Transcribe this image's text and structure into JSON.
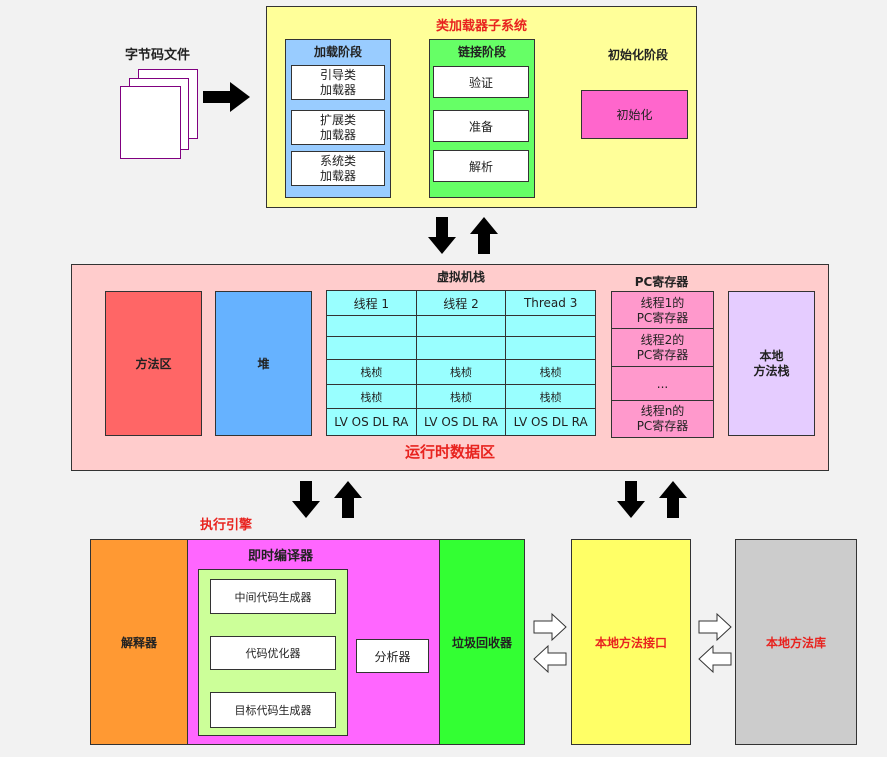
{
  "bytecode": {
    "label": "字节码文件"
  },
  "classloader": {
    "title": "类加载器子系统",
    "loading": {
      "title": "加载阶段",
      "items": [
        "引导类\n加载器",
        "扩展类\n加载器",
        "系统类\n加载器"
      ]
    },
    "linking": {
      "title": "链接阶段",
      "items": [
        "验证",
        "准备",
        "解析"
      ]
    },
    "init": {
      "title": "初始化阶段",
      "box": "初始化"
    }
  },
  "runtime": {
    "title": "运行时数据区",
    "method_area": "方法区",
    "heap": "堆",
    "vm_stack": {
      "title": "虚拟机栈",
      "headers": [
        "线程 1",
        "线程 2",
        "Thread 3"
      ],
      "rows": [
        [
          "",
          "",
          ""
        ],
        [
          "",
          "",
          ""
        ],
        [
          "栈桢",
          "栈桢",
          "栈桢"
        ],
        [
          "栈桢",
          "栈桢",
          "栈桢"
        ],
        [
          "LV OS DL RA",
          "LV OS DL RA",
          "LV OS DL RA"
        ]
      ]
    },
    "pc_register": {
      "title": "PC寄存器",
      "items": [
        "线程1的\nPC寄存器",
        "线程2的\nPC寄存器",
        "...",
        "线程n的\nPC寄存器"
      ]
    },
    "native_stack": "本地\n方法栈"
  },
  "engine": {
    "title": "执行引擎",
    "interpreter": "解释器",
    "jit": {
      "title": "即时编译器",
      "steps": [
        "中间代码生成器",
        "代码优化器",
        "目标代码生成器"
      ],
      "analyzer": "分析器"
    },
    "gc": "垃圾回收器"
  },
  "native_interface": "本地方法接口",
  "native_library": "本地方法库",
  "colors": {
    "classloader_bg": "#ffff99",
    "loading_bg": "#99ccff",
    "linking_bg": "#66ff66",
    "init_bg": "#ff66cc",
    "runtime_bg": "#ffcccc",
    "method_area": "#ff6666",
    "heap": "#66b2ff",
    "stack_cell": "#99ffff",
    "pc": "#ff99cc",
    "native_stack": "#e5ccff",
    "interpreter": "#ff9933",
    "jit_bg": "#ff66ff",
    "jit_inner": "#ccff99",
    "gc": "#33ff33",
    "native_interface": "#ffff66",
    "native_library": "#cccccc",
    "title_red": "#e8231f"
  }
}
